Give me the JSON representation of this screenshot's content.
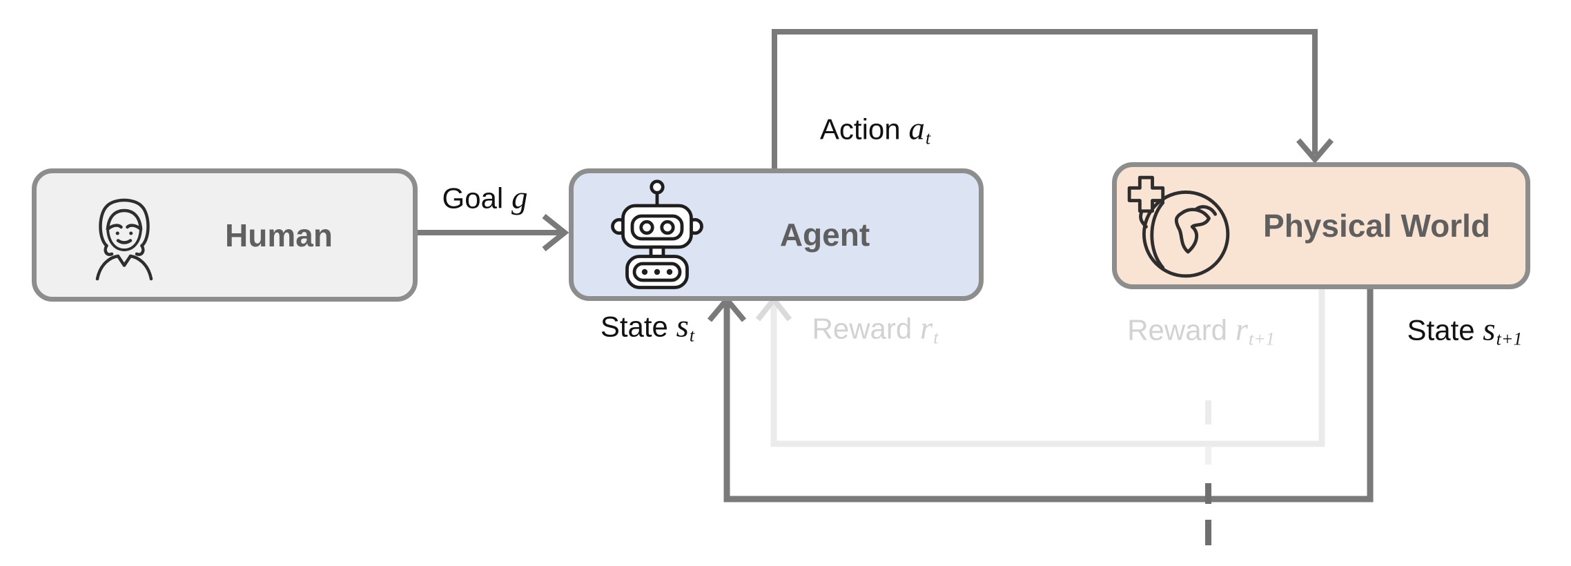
{
  "figure": {
    "type": "diagram",
    "description": "Agent-environment interaction loop: a Human gives a goal to an Agent, the Agent acts on the Physical World, and the Physical World returns state and reward back to the Agent across a time-step boundary."
  },
  "nodes": {
    "human": {
      "label": "Human",
      "icon": "woman-avatar-icon"
    },
    "agent": {
      "label": "Agent",
      "icon": "robot-icon"
    },
    "physical_world": {
      "label": "Physical World",
      "icon": "globe-health-icon"
    }
  },
  "edges": {
    "goal": {
      "word": "Goal",
      "var": "g",
      "sub": "",
      "style": "dark"
    },
    "action": {
      "word": "Action",
      "var": "a",
      "sub": "t",
      "style": "dark"
    },
    "state_t": {
      "word": "State",
      "var": "s",
      "sub": "t",
      "style": "dark"
    },
    "reward_t": {
      "word": "Reward",
      "var": "r",
      "sub": "t",
      "style": "light"
    },
    "reward_t1": {
      "word": "Reward",
      "var": "r",
      "sub": "t+1",
      "style": "light"
    },
    "state_t1": {
      "word": "State",
      "var": "s",
      "sub": "t+1",
      "style": "dark"
    }
  },
  "colors": {
    "background": "#ffffff",
    "box_border": "#8d8d8d",
    "human_fill": "#f0f0f0",
    "agent_fill": "#dce3f3",
    "world_fill": "#f9e4d3",
    "title_text": "#5f5f5f",
    "label_dark": "#111111",
    "label_light": "#d2d2d2",
    "arrow_dark": "#7a7a7a",
    "arrow_light": "#ebebeb"
  }
}
